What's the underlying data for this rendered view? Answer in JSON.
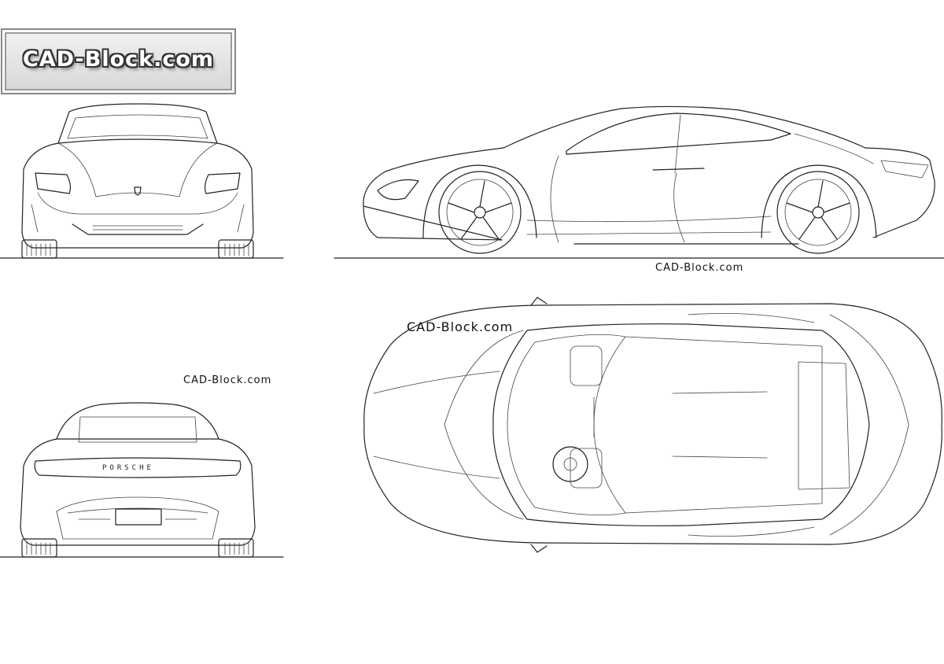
{
  "logo": {
    "text": "CAD-Block.com"
  },
  "watermarks": {
    "side_view": "CAD-Block.com",
    "top_view": "CAD-Block.com",
    "rear_view": "CAD-Block.com"
  },
  "rear_badge": {
    "text": "PORSCHE"
  },
  "colors": {
    "line": "#222222",
    "background": "#ffffff",
    "logo_outline": "#333333"
  }
}
